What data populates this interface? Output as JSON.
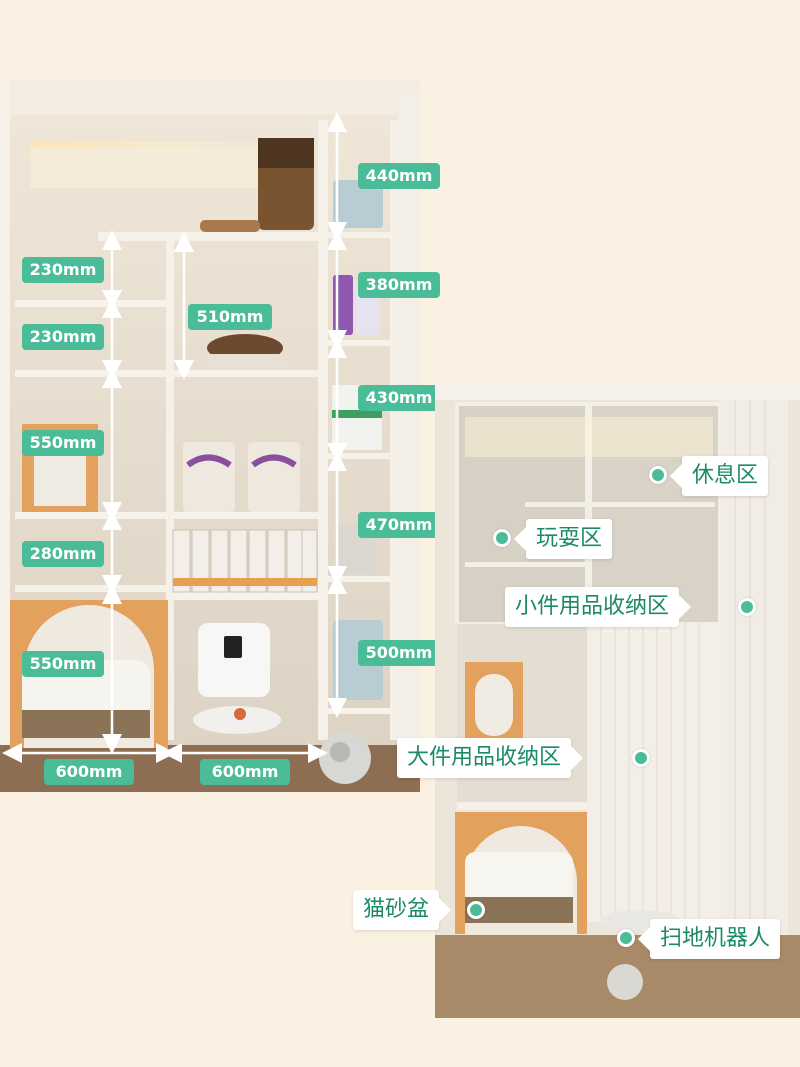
{
  "left_panel": {
    "heights": {
      "left_top": "230mm",
      "left_second": "230mm",
      "left_middle": "550mm",
      "left_lower": "280mm",
      "left_bottom": "550mm",
      "center_top": "510mm",
      "right_1": "440mm",
      "right_2": "380mm",
      "right_3": "430mm",
      "right_4": "470mm",
      "right_5": "500mm"
    },
    "widths": {
      "left": "600mm",
      "center": "600mm"
    }
  },
  "right_panel": {
    "zones": {
      "rest": "休息区",
      "play": "玩耍区",
      "small_storage": "小件用品收纳区",
      "large_storage": "大件用品收纳区",
      "litter_box": "猫砂盆",
      "robot_vacuum": "扫地机器人"
    }
  },
  "colors": {
    "accent": "#4bbc98",
    "tag_text": "#1c8a67",
    "background": "#fbf1e2",
    "wood_orange": "#e2a15c"
  }
}
